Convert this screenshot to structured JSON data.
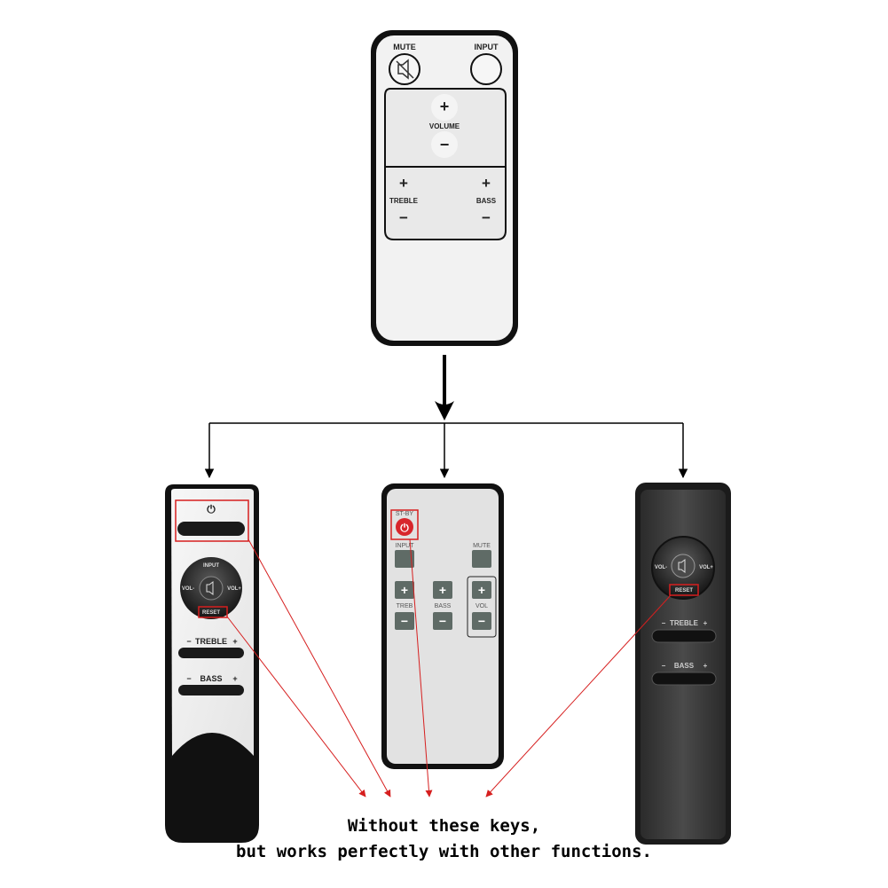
{
  "top_remote": {
    "mute_label": "MUTE",
    "input_label": "INPUT",
    "volume_label": "VOLUME",
    "treble_label": "TREBLE",
    "bass_label": "BASS",
    "plus": "+",
    "minus": "−"
  },
  "left_remote": {
    "input_label": "INPUT",
    "vol_minus_label": "VOL-",
    "vol_plus_label": "VOL+",
    "reset_label": "RESET",
    "treble_label": "TREBLE",
    "bass_label": "BASS",
    "minus": "−",
    "plus": "+"
  },
  "middle_remote": {
    "standby_label": "ST-BY",
    "input_label": "INPUT",
    "mute_label": "MUTE",
    "treb_label": "TREB",
    "bass_label": "BASS",
    "vol_label": "VOL",
    "plus": "+",
    "minus": "−"
  },
  "right_remote": {
    "vol_minus_label": "VOL-",
    "vol_plus_label": "VOL+",
    "reset_label": "RESET",
    "treble_label": "TREBLE",
    "bass_label": "BASS",
    "minus": "−",
    "plus": "+"
  },
  "note": {
    "line1": "Without these keys,",
    "line2": "but works perfectly with other functions."
  },
  "colors": {
    "highlight": "#d61f1f",
    "standby_button": "#d8262c",
    "dark_remote": "#3c3c3c"
  }
}
